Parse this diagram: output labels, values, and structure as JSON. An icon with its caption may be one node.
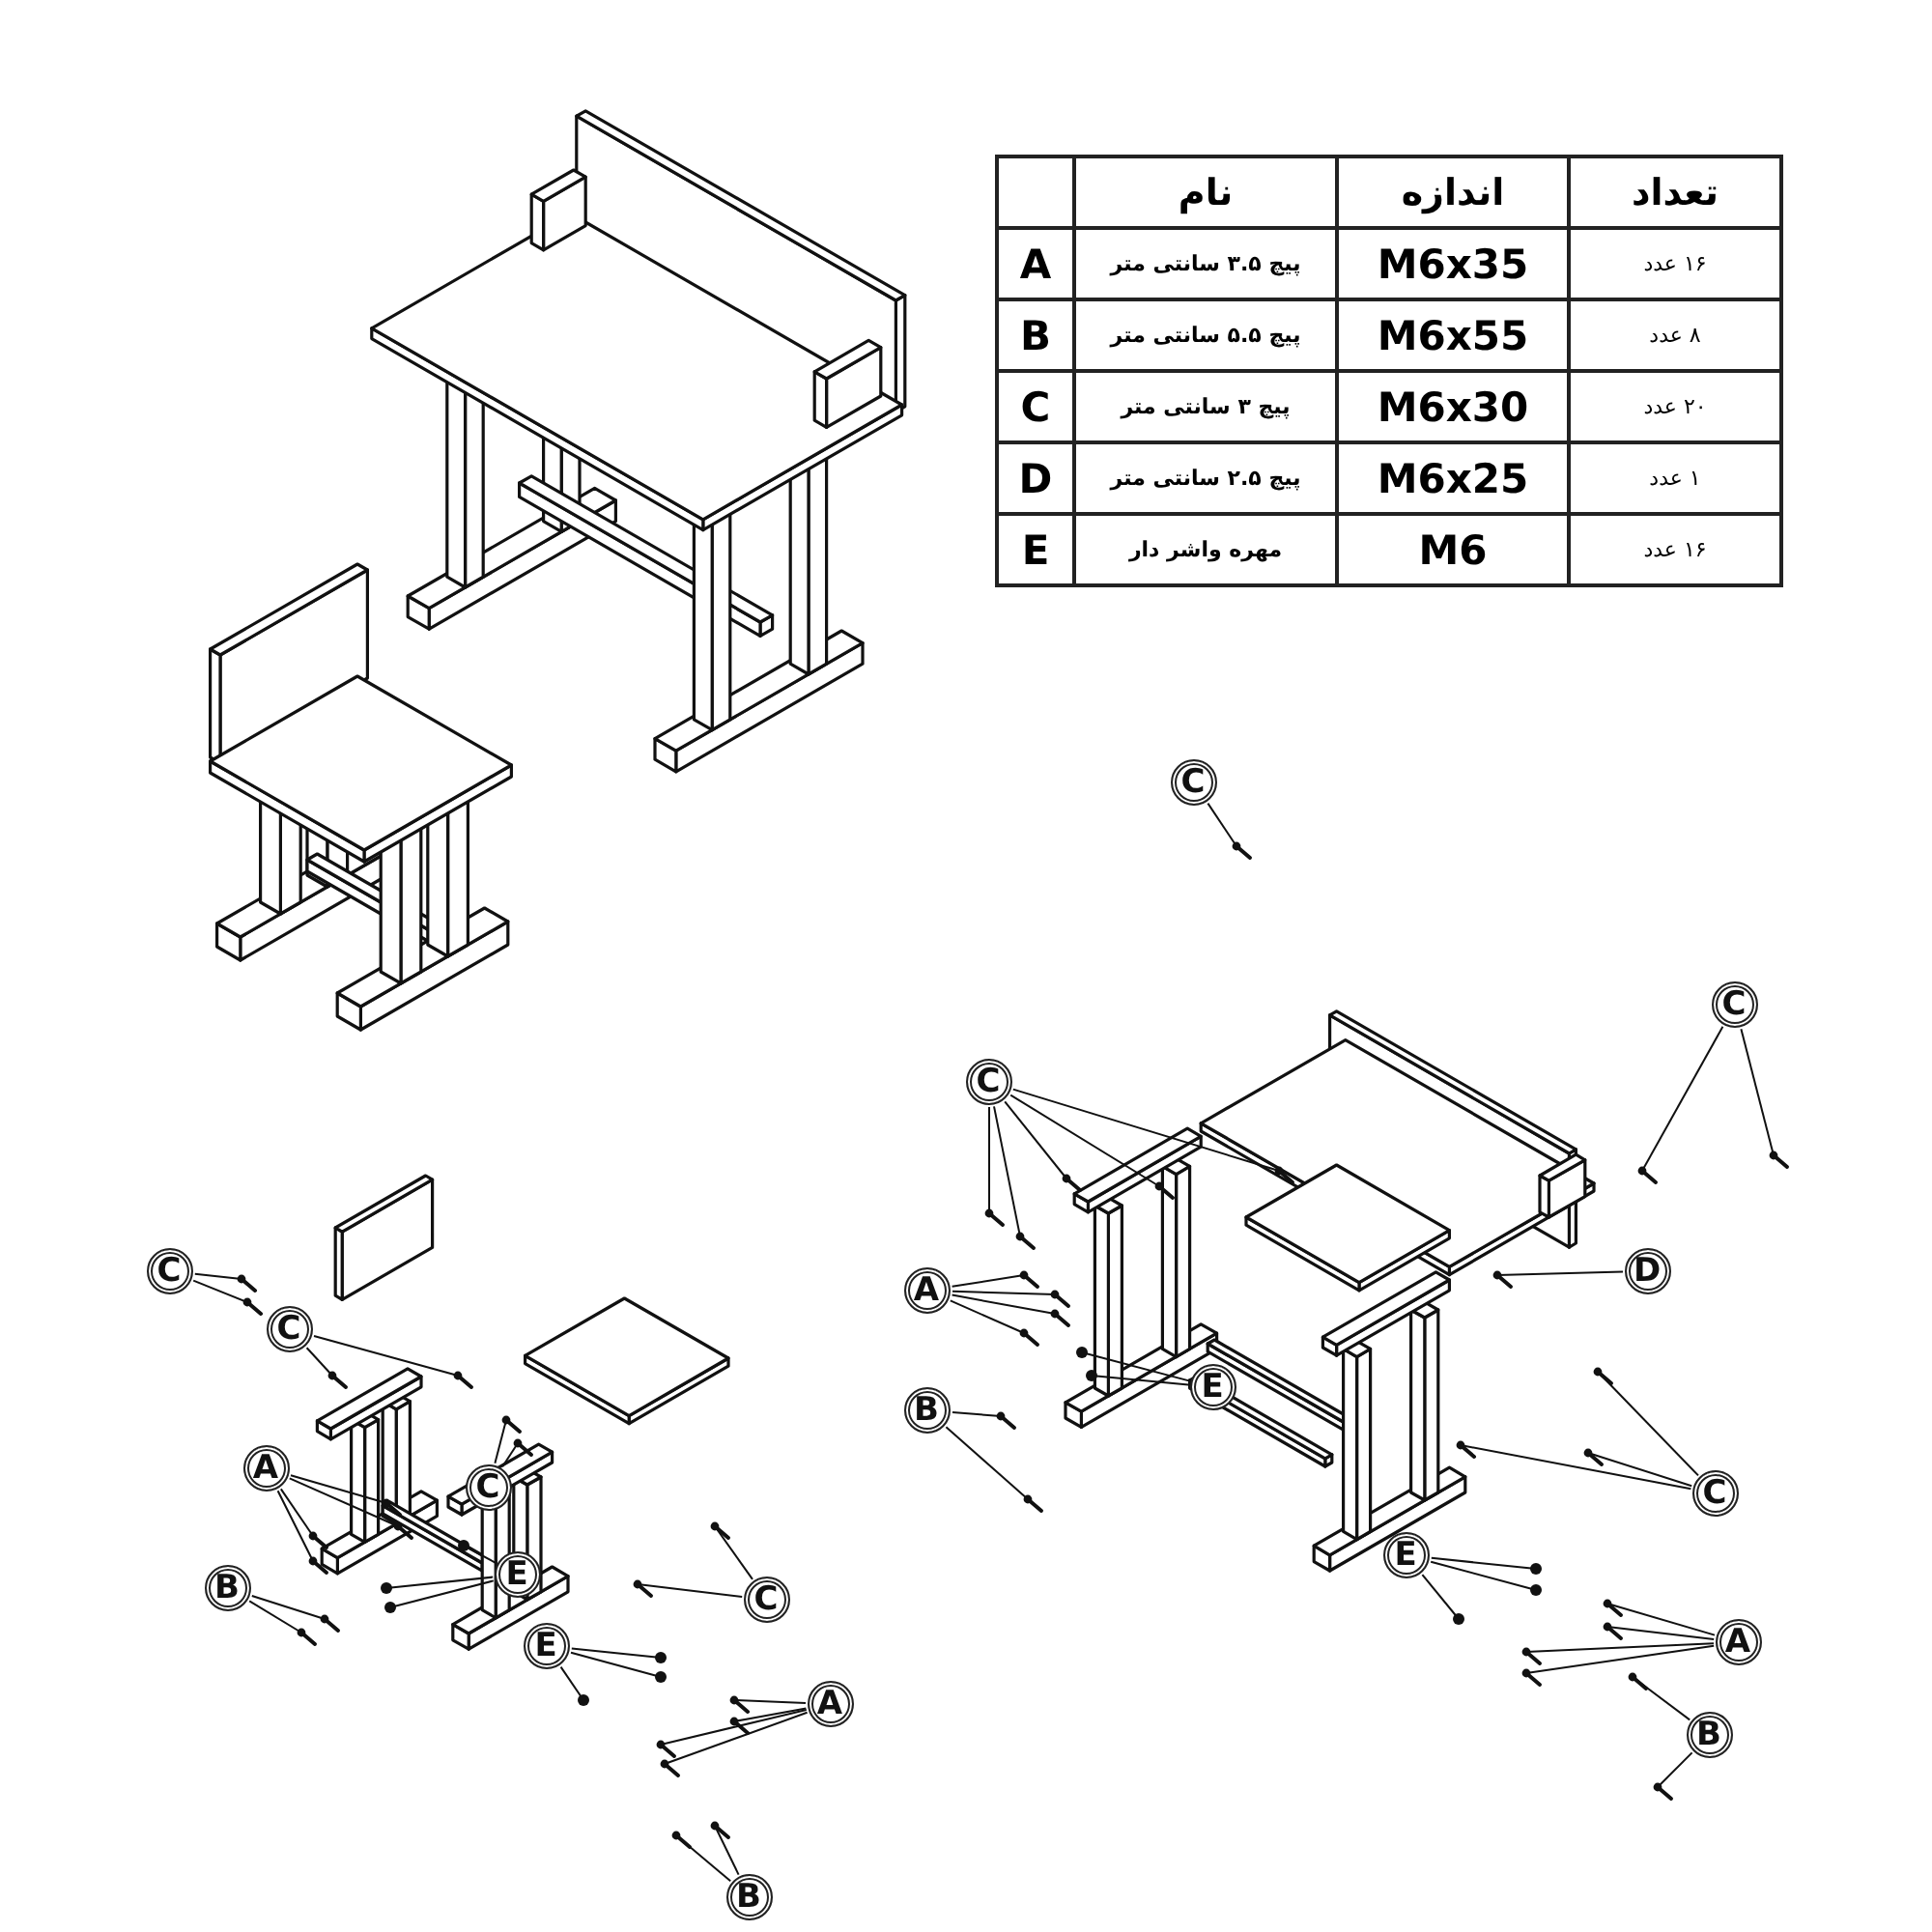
{
  "diagram": {
    "nodes": [
      {
        "text": [
          "C"
        ]
      },
      {
        "text": [
          "C"
        ]
      },
      {
        "text": [
          "C"
        ]
      },
      {
        "text": [
          "C"
        ]
      },
      {
        "text": [
          "D"
        ]
      },
      {
        "text": [
          "A"
        ]
      },
      {
        "text": [
          "C"
        ]
      },
      {
        "text": [
          "E"
        ]
      },
      {
        "text": [
          "B"
        ]
      },
      {
        "text": [
          "A"
        ]
      },
      {
        "text": [
          "C"
        ]
      },
      {
        "text": [
          "C"
        ]
      },
      {
        "text": [
          "E"
        ]
      },
      {
        "text": [
          "E"
        ]
      },
      {
        "text": [
          "B"
        ]
      },
      {
        "text": [
          "C"
        ]
      },
      {
        "text": [
          "A"
        ]
      },
      {
        "text": [
          "E"
        ]
      },
      {
        "text": [
          "A"
        ]
      },
      {
        "text": [
          "B"
        ]
      },
      {
        "text": [
          "B"
        ]
      },
      {
        "text": [],
        "shape": "screw"
      },
      {
        "text": [],
        "shape": "screw"
      },
      {
        "text": [],
        "shape": "screw"
      },
      {
        "text": [],
        "shape": "screw"
      },
      {
        "text": [],
        "shape": "screw"
      },
      {
        "text": [],
        "shape": "screw"
      },
      {
        "text": [],
        "shape": "screw"
      },
      {
        "text": [],
        "shape": "screw"
      },
      {
        "text": [],
        "shape": "screw"
      },
      {
        "text": [],
        "shape": "screw"
      },
      {
        "text": [],
        "shape": "screw"
      },
      {
        "text": [],
        "shape": "screw"
      },
      {
        "text": [],
        "shape": "screw"
      },
      {
        "text": [],
        "shape": "screw"
      },
      {
        "text": [],
        "shape": "screw"
      },
      {
        "text": [],
        "shape": "screw"
      },
      {
        "text": [],
        "shape": "screw"
      },
      {
        "text": [],
        "shape": "nut"
      },
      {
        "text": [],
        "shape": "nut"
      },
      {
        "text": [],
        "shape": "screw"
      },
      {
        "text": [],
        "shape": "screw"
      },
      {
        "text": [],
        "shape": "screw"
      },
      {
        "text": [],
        "shape": "screw"
      },
      {
        "text": [],
        "shape": "screw"
      },
      {
        "text": [],
        "shape": "screw"
      },
      {
        "text": [],
        "shape": "screw"
      },
      {
        "text": [],
        "shape": "screw"
      },
      {
        "text": [],
        "shape": "screw"
      },
      {
        "text": [],
        "shape": "screw"
      },
      {
        "text": [],
        "shape": "screw"
      },
      {
        "text": [],
        "shape": "nut"
      },
      {
        "text": [],
        "shape": "nut"
      },
      {
        "text": [],
        "shape": "nut"
      },
      {
        "text": [],
        "shape": "nut"
      },
      {
        "text": [],
        "shape": "nut"
      },
      {
        "text": [],
        "shape": "nut"
      },
      {
        "text": [],
        "shape": "screw"
      },
      {
        "text": [],
        "shape": "screw"
      },
      {
        "text": [],
        "shape": "screw"
      },
      {
        "text": [],
        "shape": "screw"
      },
      {
        "text": [],
        "shape": "screw"
      },
      {
        "text": [],
        "shape": "screw"
      },
      {
        "text": [],
        "shape": "screw"
      },
      {
        "text": [],
        "shape": "screw"
      },
      {
        "text": [],
        "shape": "nut"
      },
      {
        "text": [],
        "shape": "nut"
      },
      {
        "text": [],
        "shape": "nut"
      },
      {
        "text": [],
        "shape": "screw"
      },
      {
        "text": [],
        "shape": "screw"
      },
      {
        "text": [],
        "shape": "screw"
      },
      {
        "text": [],
        "shape": "screw"
      },
      {
        "text": [],
        "shape": "screw"
      },
      {
        "text": [],
        "shape": "screw"
      },
      {
        "text": [],
        "shape": "screw"
      },
      {
        "text": [],
        "shape": "screw"
      }
    ],
    "edges": [
      {
        "from": 0,
        "to": 21,
        "arrow": "none"
      },
      {
        "from": 1,
        "to": 22,
        "arrow": "none"
      },
      {
        "from": 1,
        "to": 23,
        "arrow": "none"
      },
      {
        "from": 2,
        "to": 24,
        "arrow": "none"
      },
      {
        "from": 2,
        "to": 25,
        "arrow": "none"
      },
      {
        "from": 2,
        "to": 26,
        "arrow": "none"
      },
      {
        "from": 2,
        "to": 27,
        "arrow": "none"
      },
      {
        "from": 2,
        "to": 28,
        "arrow": "none"
      },
      {
        "from": 3,
        "to": 29,
        "arrow": "none"
      },
      {
        "from": 3,
        "to": 30,
        "arrow": "none"
      },
      {
        "from": 4,
        "to": 31,
        "arrow": "none"
      },
      {
        "from": 5,
        "to": 32,
        "arrow": "none"
      },
      {
        "from": 5,
        "to": 33,
        "arrow": "none"
      },
      {
        "from": 5,
        "to": 34,
        "arrow": "none"
      },
      {
        "from": 5,
        "to": 35,
        "arrow": "none"
      },
      {
        "from": 6,
        "to": 36,
        "arrow": "none"
      },
      {
        "from": 6,
        "to": 37,
        "arrow": "none"
      },
      {
        "from": 7,
        "to": 38,
        "arrow": "none"
      },
      {
        "from": 7,
        "to": 39,
        "arrow": "none"
      },
      {
        "from": 8,
        "to": 40,
        "arrow": "none"
      },
      {
        "from": 8,
        "to": 41,
        "arrow": "none"
      },
      {
        "from": 9,
        "to": 42,
        "arrow": "none"
      },
      {
        "from": 9,
        "to": 43,
        "arrow": "none"
      },
      {
        "from": 9,
        "to": 44,
        "arrow": "none"
      },
      {
        "from": 9,
        "to": 45,
        "arrow": "none"
      },
      {
        "from": 10,
        "to": 46,
        "arrow": "none"
      },
      {
        "from": 10,
        "to": 47,
        "arrow": "none"
      },
      {
        "from": 11,
        "to": 48,
        "arrow": "none"
      },
      {
        "from": 11,
        "to": 49,
        "arrow": "none"
      },
      {
        "from": 11,
        "to": 50,
        "arrow": "none"
      },
      {
        "from": 12,
        "to": 51,
        "arrow": "none"
      },
      {
        "from": 12,
        "to": 52,
        "arrow": "none"
      },
      {
        "from": 12,
        "to": 53,
        "arrow": "none"
      },
      {
        "from": 13,
        "to": 54,
        "arrow": "none"
      },
      {
        "from": 13,
        "to": 55,
        "arrow": "none"
      },
      {
        "from": 13,
        "to": 56,
        "arrow": "none"
      },
      {
        "from": 14,
        "to": 57,
        "arrow": "none"
      },
      {
        "from": 14,
        "to": 58,
        "arrow": "none"
      },
      {
        "from": 15,
        "to": 59,
        "arrow": "none"
      },
      {
        "from": 15,
        "to": 60,
        "arrow": "none"
      },
      {
        "from": 16,
        "to": 61,
        "arrow": "none"
      },
      {
        "from": 16,
        "to": 62,
        "arrow": "none"
      },
      {
        "from": 16,
        "to": 63,
        "arrow": "none"
      },
      {
        "from": 16,
        "to": 64,
        "arrow": "none"
      },
      {
        "from": 17,
        "to": 65,
        "arrow": "none"
      },
      {
        "from": 17,
        "to": 66,
        "arrow": "none"
      },
      {
        "from": 17,
        "to": 67,
        "arrow": "none"
      },
      {
        "from": 18,
        "to": 68,
        "arrow": "none"
      },
      {
        "from": 18,
        "to": 69,
        "arrow": "none"
      },
      {
        "from": 18,
        "to": 70,
        "arrow": "none"
      },
      {
        "from": 18,
        "to": 71,
        "arrow": "none"
      },
      {
        "from": 19,
        "to": 72,
        "arrow": "none"
      },
      {
        "from": 19,
        "to": 73,
        "arrow": "none"
      },
      {
        "from": 20,
        "to": 74,
        "arrow": "none"
      },
      {
        "from": 20,
        "to": 75,
        "arrow": "none"
      }
    ],
    "labels": [
      "نام",
      "اندازه",
      "تعداد",
      "A",
      "پیچ ۳.۵ سانتی متر",
      "M6x35",
      "۱۶ عدد",
      "B",
      "پیچ ۵.۵ سانتی متر",
      "M6x55",
      "۸ عدد",
      "C",
      "پیچ ۳ سانتی متر",
      "M6x30",
      "۲۰ عدد",
      "D",
      "پیچ ۲.۵ سانتی متر",
      "M6x25",
      "۱ عدد",
      "E",
      "مهره واشر دار",
      "M6",
      "۱۶ عدد"
    ]
  }
}
